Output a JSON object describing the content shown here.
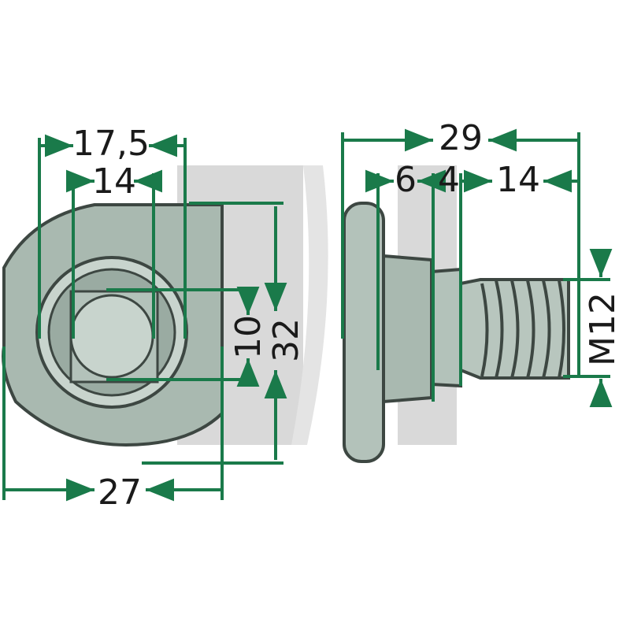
{
  "dimensions": {
    "front_outer_width": "17,5",
    "front_inner_width": "14",
    "front_flat_height": "10",
    "front_total_height": "32",
    "front_total_width": "27",
    "side_total_length": "29",
    "side_shoulder": "6",
    "side_neck": "4",
    "side_thread_length": "14",
    "thread_size": "M12"
  },
  "colors": {
    "dimension_line": "#1a7a4a",
    "part_fill": "#a9b9b0",
    "part_dark": "#3d4742",
    "part_light": "#c8d4cd",
    "watermark": "#d9d9d9",
    "text": "#1a1a1a"
  }
}
